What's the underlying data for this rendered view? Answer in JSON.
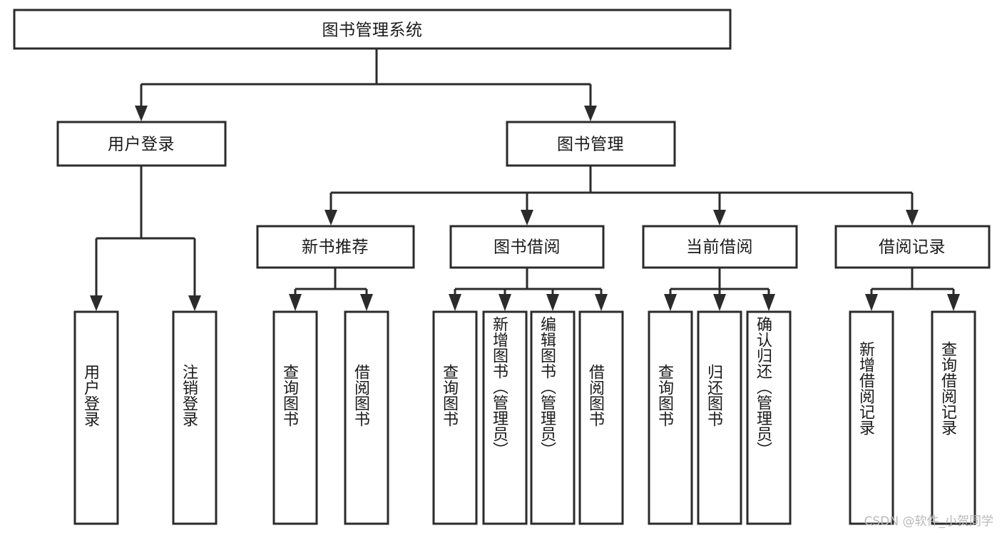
{
  "diagram": {
    "title_node": {
      "label": "图书管理系统"
    },
    "level1": [
      {
        "label": "用户登录"
      },
      {
        "label": "图书管理"
      }
    ],
    "level2": [
      {
        "label": "新书推荐"
      },
      {
        "label": "图书借阅"
      },
      {
        "label": "当前借阅"
      },
      {
        "label": "借阅记录"
      }
    ],
    "leaves": [
      {
        "label": "用户登录"
      },
      {
        "label": "注销登录"
      },
      {
        "label": "查询图书"
      },
      {
        "label": "借阅图书"
      },
      {
        "label": "查询图书"
      },
      {
        "label": "新增图书（管理员）"
      },
      {
        "label": "编辑图书（管理员）"
      },
      {
        "label": "借阅图书"
      },
      {
        "label": "查询图书"
      },
      {
        "label": "归还图书"
      },
      {
        "label": "确认归还（管理员）"
      },
      {
        "label": "新增借阅记录"
      },
      {
        "label": "查询借阅记录"
      }
    ],
    "watermark": "CSDN @软件_小贺同学",
    "colors": {
      "stroke": "#2b2b2b",
      "fill": "#ffffff",
      "text": "#1a1a1a",
      "watermark": "#b9b9b9"
    }
  }
}
